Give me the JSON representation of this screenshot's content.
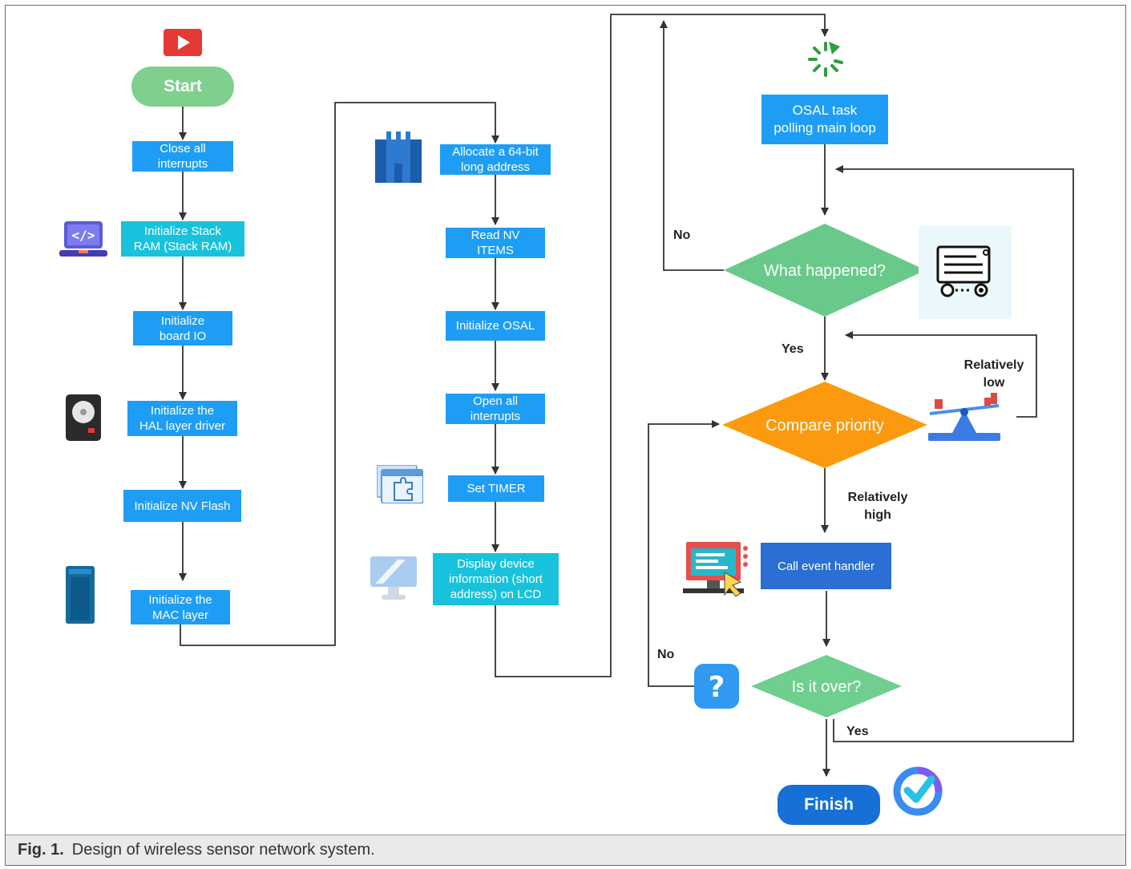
{
  "nodes": {
    "start": "Start",
    "close_interrupts": "Close all\ninterrupts",
    "init_stack": "Initialize Stack\nRAM (Stack RAM)",
    "init_board": "Initialize\nboard IO",
    "init_hal": "Initialize the\nHAL layer driver",
    "init_nv_flash": "Initialize NV Flash",
    "init_mac": "Initialize the\nMAC layer",
    "allocate": "Allocate a 64-bit\nlong address",
    "read_nv": "Read NV\nITEMS",
    "init_osal": "Initialize OSAL",
    "open_interrupts": "Open all\ninterrupts",
    "set_timer": "Set TIMER",
    "display": "Display device\ninformation (short\naddress) on LCD",
    "osal_loop": "OSAL task\npolling main loop",
    "what_happened": "What happened?",
    "compare_priority": "Compare priority",
    "call_handler": "Call event handler",
    "is_over": "Is it over?",
    "finish": "Finish"
  },
  "edge_labels": {
    "no_top": "No",
    "yes_what": "Yes",
    "relatively_low": "Relatively\nlow",
    "relatively_high": "Relatively\nhigh",
    "no_over": "No",
    "yes_over": "Yes"
  },
  "caption": {
    "label": "Fig. 1.",
    "text": "Design of wireless sensor network system."
  },
  "icons": [
    "play-icon",
    "code-laptop-icon",
    "hard-disk-icon",
    "server-icon",
    "castle-icon",
    "puzzle-window-icon",
    "monitor-icon",
    "refresh-icon",
    "message-flow-icon",
    "balance-scale-icon",
    "computer-screen-icon",
    "question-icon",
    "check-icon"
  ],
  "colors": {
    "process": "#1e9df5",
    "process_teal": "#18c2dc",
    "process_dark": "#2a6fd1",
    "start": "#7ed08c",
    "diamond_green": "#69c98a",
    "diamond_orange": "#fb9a0e",
    "finish": "#1670d6",
    "edge": "#333333"
  }
}
